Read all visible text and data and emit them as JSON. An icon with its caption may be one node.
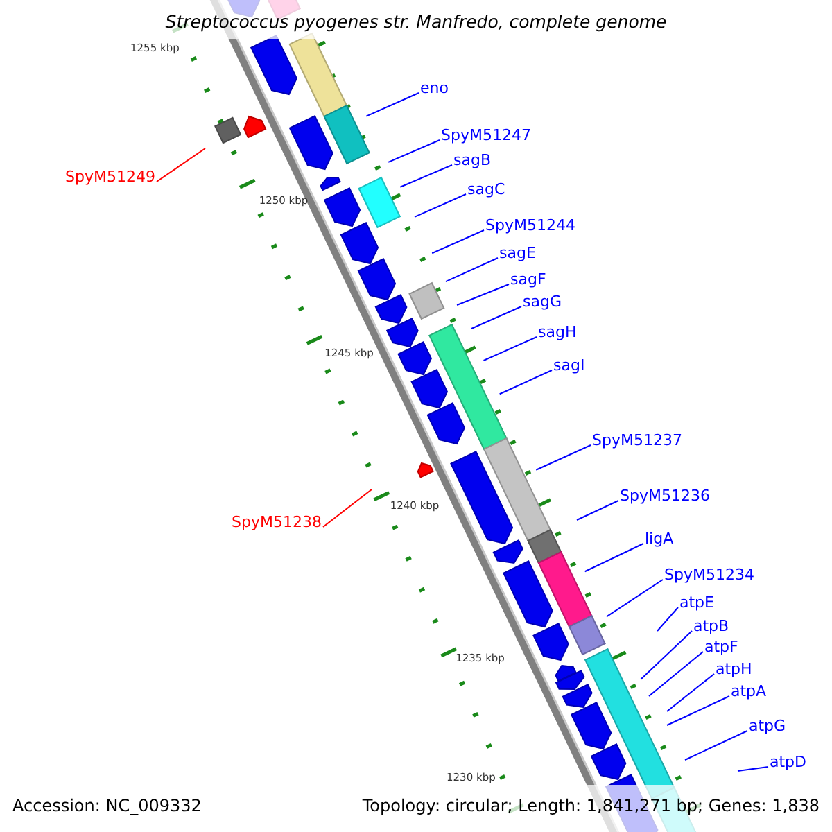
{
  "diagram": {
    "title": "Streptococcus pyogenes str. Manfredo, complete genome",
    "nodes": [
      {
        "text": [
          "eno"
        ]
      },
      {
        "text": [
          "SpyM51247"
        ]
      },
      {
        "text": [
          "sagB"
        ]
      },
      {
        "text": [
          "SpyM51249"
        ]
      },
      {
        "text": [
          "sagC"
        ]
      },
      {
        "text": [
          "SpyM51244"
        ]
      },
      {
        "text": [
          "sagE"
        ]
      },
      {
        "text": [
          "sagF"
        ]
      },
      {
        "text": [
          "sagG"
        ]
      },
      {
        "text": [
          "sagH"
        ]
      },
      {
        "text": [
          "sagI"
        ]
      },
      {
        "text": [
          "SpyM51237"
        ]
      },
      {
        "text": [
          "SpyM51236"
        ]
      },
      {
        "text": [
          "SpyM51238"
        ]
      },
      {
        "text": [
          "ligA"
        ]
      },
      {
        "text": [
          "SpyM51234"
        ]
      },
      {
        "text": [
          "atpE"
        ]
      },
      {
        "text": [
          "atpB"
        ]
      },
      {
        "text": [
          "atpF"
        ]
      },
      {
        "text": [
          "atpH"
        ]
      },
      {
        "text": [
          "atpA"
        ]
      },
      {
        "text": [
          "atpG"
        ]
      },
      {
        "text": [
          "atpD"
        ]
      }
    ],
    "edges": [
      {
        "from": 0,
        "to": null,
        "arrow": "none"
      },
      {
        "from": 1,
        "to": null,
        "arrow": "none"
      },
      {
        "from": 2,
        "to": null,
        "arrow": "none"
      },
      {
        "from": 3,
        "to": null,
        "arrow": "none",
        "color": "#ff0000"
      },
      {
        "from": 4,
        "to": null,
        "arrow": "none"
      },
      {
        "from": 5,
        "to": null,
        "arrow": "none"
      },
      {
        "from": 6,
        "to": null,
        "arrow": "none"
      },
      {
        "from": 7,
        "to": null,
        "arrow": "none"
      },
      {
        "from": 8,
        "to": null,
        "arrow": "none"
      },
      {
        "from": 9,
        "to": null,
        "arrow": "none"
      },
      {
        "from": 10,
        "to": null,
        "arrow": "none"
      },
      {
        "from": 11,
        "to": null,
        "arrow": "none"
      },
      {
        "from": 12,
        "to": null,
        "arrow": "none"
      },
      {
        "from": 13,
        "to": null,
        "arrow": "none",
        "color": "#ff0000"
      },
      {
        "from": 14,
        "to": null,
        "arrow": "none"
      },
      {
        "from": 15,
        "to": null,
        "arrow": "none"
      },
      {
        "from": 16,
        "to": null,
        "arrow": "none"
      },
      {
        "from": 17,
        "to": null,
        "arrow": "none"
      },
      {
        "from": 18,
        "to": null,
        "arrow": "none"
      },
      {
        "from": 19,
        "to": null,
        "arrow": "none"
      },
      {
        "from": 20,
        "to": null,
        "arrow": "none"
      },
      {
        "from": 21,
        "to": null,
        "arrow": "none"
      },
      {
        "from": 22,
        "to": null,
        "arrow": "none"
      }
    ],
    "labels": [
      "1255 kbp",
      "1250 kbp",
      "1245 kbp",
      "1240 kbp",
      "1235 kbp",
      "1230 kbp",
      "Accession: NC_009332",
      "Topology: circular; Length: 1,841,271 bp; Genes: 1,838"
    ]
  }
}
